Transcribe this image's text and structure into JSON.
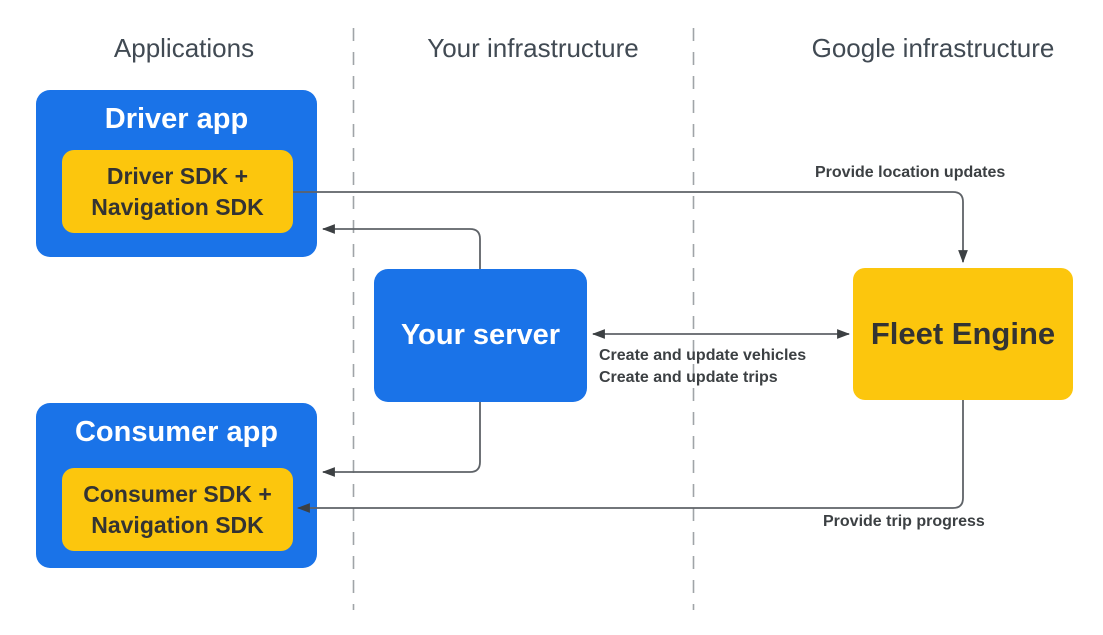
{
  "columns": [
    {
      "label": "Applications"
    },
    {
      "label": "Your infrastructure"
    },
    {
      "label": "Google infrastructure"
    }
  ],
  "nodes": {
    "driver_app": {
      "title": "Driver app"
    },
    "driver_sdk": {
      "line1": "Driver SDK +",
      "line2": "Navigation SDK"
    },
    "consumer_app": {
      "title": "Consumer app"
    },
    "consumer_sdk": {
      "line1": "Consumer SDK +",
      "line2": "Navigation SDK"
    },
    "your_server": {
      "title": "Your server"
    },
    "fleet_engine": {
      "title": "Fleet Engine"
    }
  },
  "edges": {
    "location_updates": {
      "label": "Provide location updates"
    },
    "vehicles_trips": {
      "line1": "Create and update vehicles",
      "line2": "Create and update trips"
    },
    "trip_progress": {
      "label": "Provide trip progress"
    }
  },
  "colors": {
    "blue": "#1a73e8",
    "yellow": "#fcc60d",
    "line": "#5f6368",
    "arrowhead": "#3c4043",
    "label_text": "#3c4043",
    "header_text": "#414a53",
    "dash": "#a0a4a8",
    "sdk_text": "#333333",
    "white_text": "#ffffff"
  }
}
